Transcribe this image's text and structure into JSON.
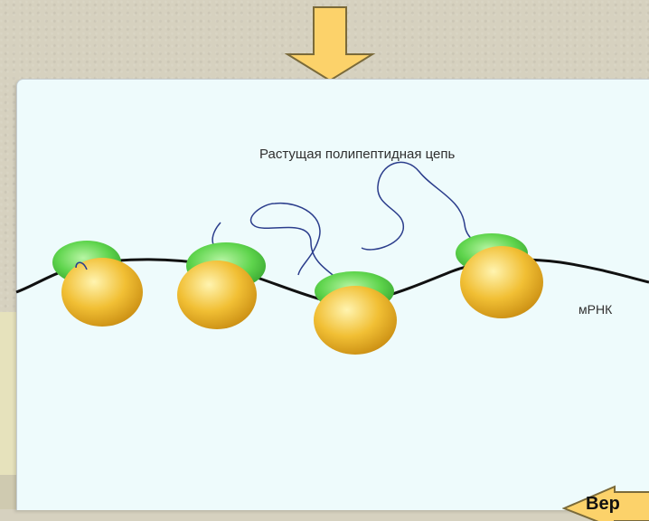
{
  "labels": {
    "growing_chain": "Растущая полипептидная цепь",
    "mrna": "мРНК"
  },
  "nav": {
    "back_label": "Вер"
  },
  "colors": {
    "panel_bg": "#eefbfc",
    "page_bg": "#d6d1bf",
    "arrow_fill": "#fcd26a",
    "large_subunit": "#efb82a",
    "small_subunit": "#5ed44c",
    "peptide_chain": "#2b3d8c",
    "mrna_strand": "#111111"
  },
  "icons": {
    "top_arrow": "arrow-down-icon",
    "back_arrow": "arrow-left-icon"
  }
}
